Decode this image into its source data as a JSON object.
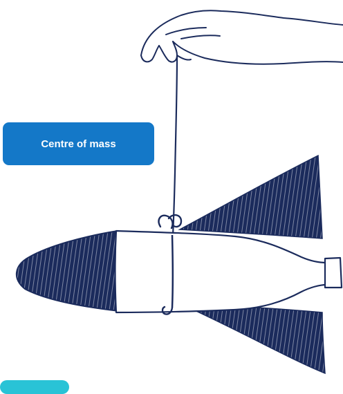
{
  "label": {
    "text": "Centre of mass"
  },
  "colors": {
    "ink": "#1b2b5c",
    "label_bg": "#1478c8",
    "label_text": "#ffffff",
    "accent_tab": "#29c3d6",
    "background": "#ffffff"
  },
  "icons": [
    "hand-illustration",
    "string-line",
    "bottle-rocket-illustration",
    "string-knot-icon"
  ]
}
